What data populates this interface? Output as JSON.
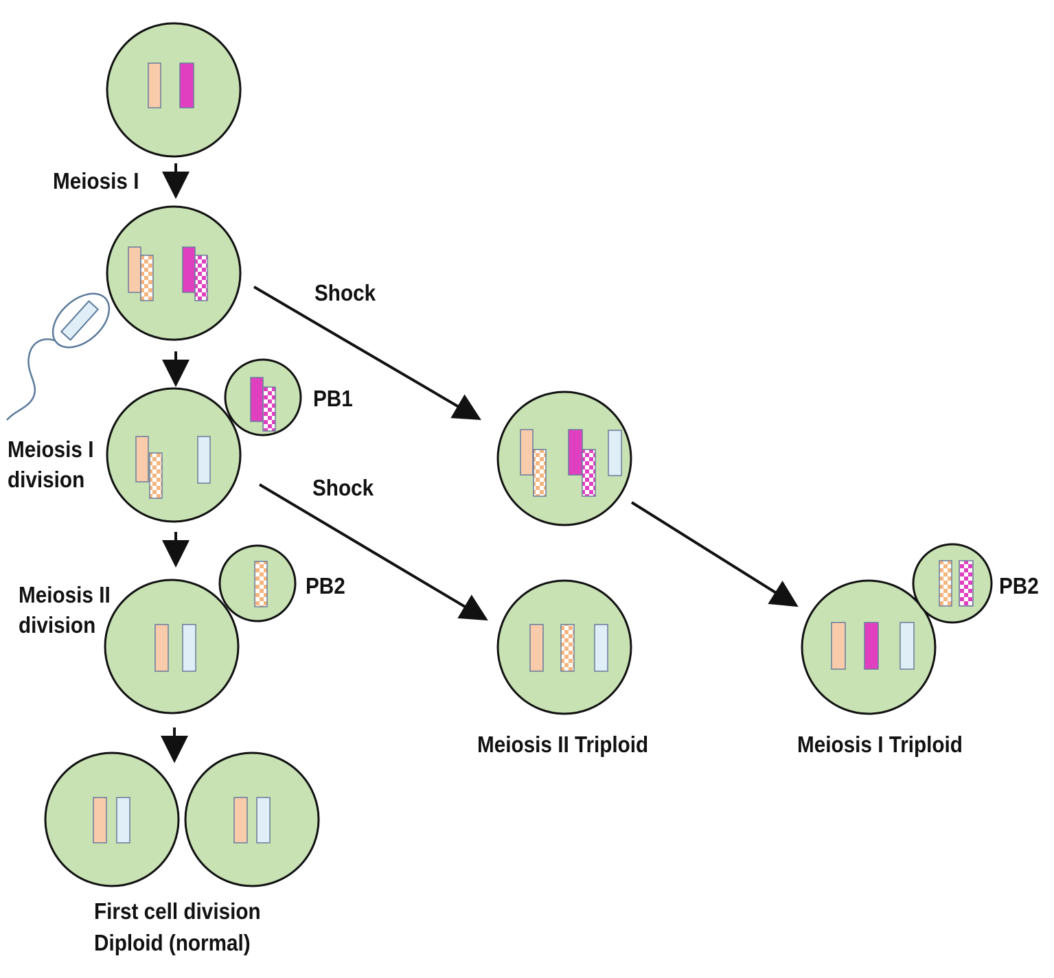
{
  "colors": {
    "cell_fill": "#c8e2b4",
    "cell_stroke": "#111111",
    "maternal_chromosome": "#f8ccab",
    "paternal_chromosome": "#e040c0",
    "sperm_chromosome": "#e0eef8",
    "sperm_outline": "#5a7a9a",
    "arrow": "#111111"
  },
  "labels": {
    "meiosis_1": "Meiosis I",
    "shock_top": "Shock",
    "pb1": "PB1",
    "meiosis_1_division_line1": "Meiosis I",
    "meiosis_1_division_line2": "division",
    "shock_middle": "Shock",
    "meiosis_2_division_line1": "Meiosis II",
    "meiosis_2_division_line2": "division",
    "pb2_left": "PB2",
    "pb2_right": "PB2",
    "meiosis_2_triploid": "Meiosis II Triploid",
    "meiosis_1_triploid": "Meiosis I Triploid",
    "first_cell_division_line1": "First cell division",
    "first_cell_division_line2": "Diploid (normal)"
  }
}
